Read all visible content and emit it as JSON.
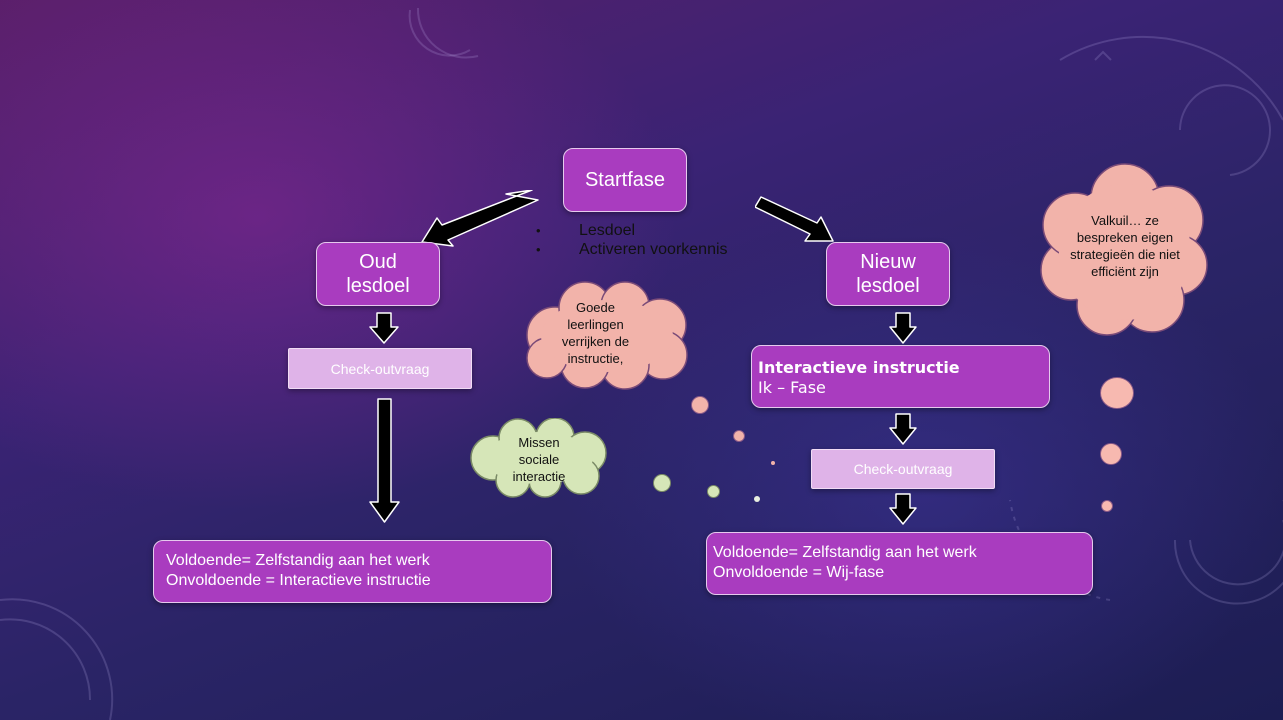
{
  "boxes": {
    "startfase": "Startfase",
    "oud_lesdoel": "Oud lesdoel",
    "nieuw_lesdoel": "Nieuw lesdoel",
    "check_left": "Check-outvraag",
    "check_right": "Check-outvraag",
    "interactieve_title": "Interactieve instructie",
    "interactieve_sub": "Ik – Fase",
    "result_left": [
      "Voldoende= Zelfstandig aan het werk",
      "Onvoldoende = Interactieve instructie"
    ],
    "result_right": [
      "Voldoende= Zelfstandig aan het werk",
      "Onvoldoende = Wij-fase"
    ]
  },
  "start_bullets": [
    "Lesdoel",
    "Activeren voorkennis"
  ],
  "bullet_glyph": "•",
  "clouds": {
    "goede": "Goede leerlingen verrijken de instructie,",
    "missen": "Missen sociale interactie",
    "valkuil": "Valkuil… ze bespreken eigen strategieën die niet efficiënt zijn"
  },
  "colors": {
    "box_fill": "#a93cbf",
    "box_pale": "#dfb3e8",
    "cloud_pink": "#f2b3aa",
    "cloud_green": "#d6e6b8",
    "bubble": "#f7b9b0"
  }
}
